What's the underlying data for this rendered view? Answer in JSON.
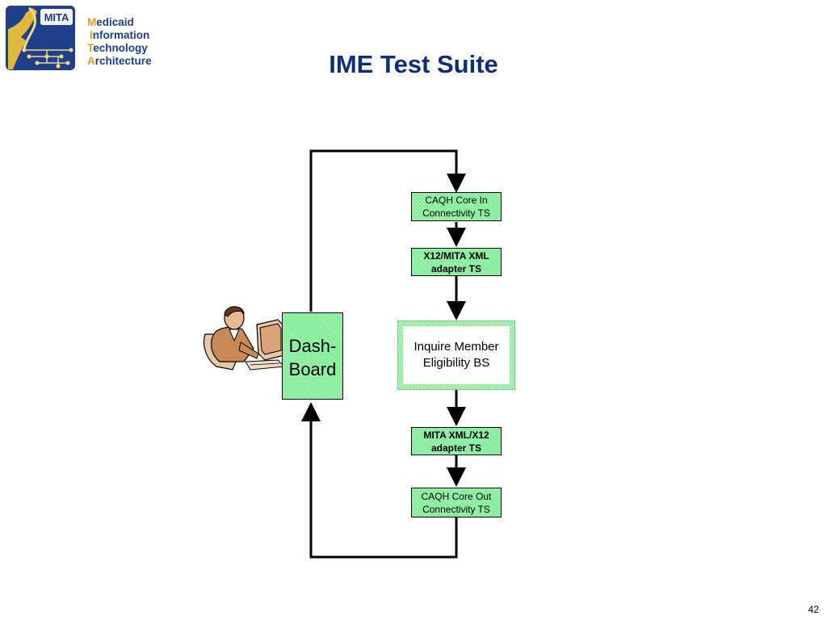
{
  "header": {
    "logo_badge": "MITA",
    "logo_lines": [
      {
        "cap": "M",
        "rest": "edicaid"
      },
      {
        "cap": "I",
        "rest": "nformation"
      },
      {
        "cap": "T",
        "rest": "echnology"
      },
      {
        "cap": "A",
        "rest": "rchitecture"
      }
    ],
    "title": "IME Test Suite"
  },
  "diagram": {
    "dashboard": {
      "line1": "Dash-",
      "line2": "Board"
    },
    "caqh_in": {
      "line1": "CAQH Core In",
      "line2": "Connectivity TS"
    },
    "x12_to_xml": {
      "line1": "X12/MITA XML",
      "line2": "adapter TS"
    },
    "inquire": {
      "line1": "Inquire Member",
      "line2": "Eligibility BS"
    },
    "xml_to_x12": {
      "line1": "MITA XML/X12",
      "line2": "adapter TS"
    },
    "caqh_out": {
      "line1": "CAQH Core Out",
      "line2": "Connectivity TS"
    }
  },
  "footer": {
    "page_number": "42"
  },
  "colors": {
    "title": "#0e2e7a",
    "box_fill": "#80ec98",
    "logo_blue": "#1f3f8a",
    "logo_gold": "#e0a21a"
  }
}
